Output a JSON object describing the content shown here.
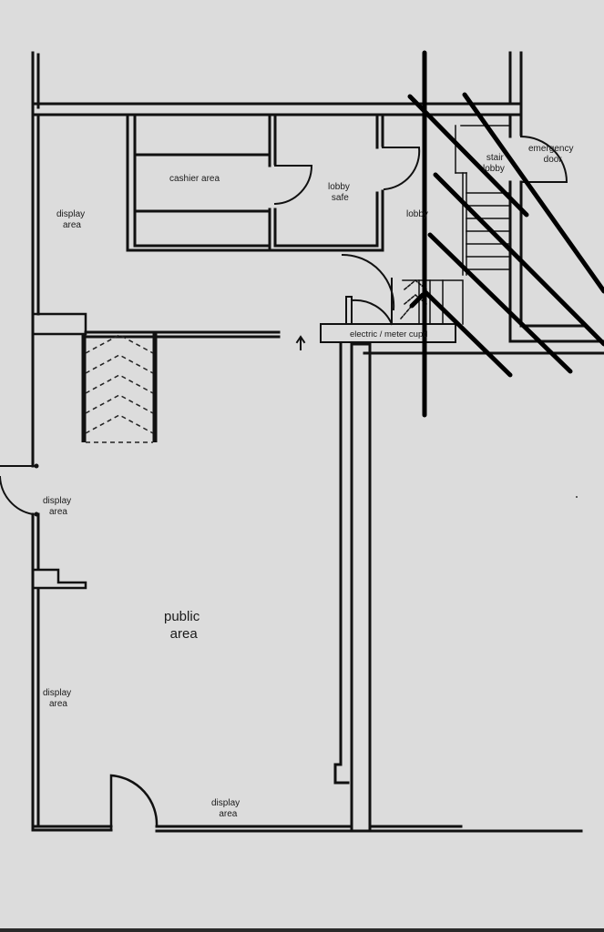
{
  "rooms": {
    "cashier": "cashier area",
    "lobby_safe": "lobby\n safe",
    "lobby": "lobby",
    "stair_lobby": " stair\nlobby",
    "emergency_door": "emergency\n      door",
    "electric": "electric / meter cupd",
    "display_top": "display\n area",
    "display_mid": "display\n area",
    "display_low": "display\n area",
    "display_bottom": "display\n  area",
    "public": "public\n area"
  },
  "colors": {
    "background": "#dcdcdc",
    "line": "#111111"
  }
}
